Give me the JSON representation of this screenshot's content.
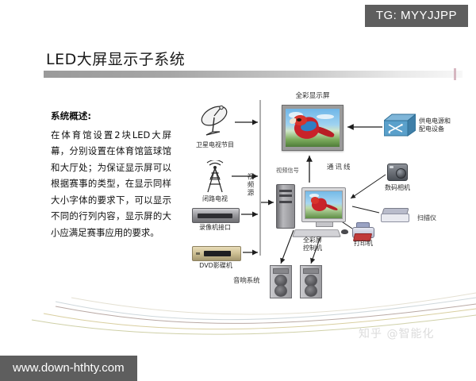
{
  "badge": {
    "tag_label": "TG: MYYJJPP"
  },
  "slide": {
    "title": "LED大屏显示子系统",
    "description": {
      "heading": "系统概述:",
      "body": "在体育馆设置2块LED大屏幕，分别设置在体育馆篮球馆和大厅处；为保证显示屏可以根据赛事的类型，在显示同样大小字体的要求下，可以显示不同的行列内容，显示屏的大小应满足赛事应用的要求。"
    }
  },
  "diagram": {
    "sources": [
      {
        "label": "卫星电视节目",
        "icon": "satellite-dish-icon"
      },
      {
        "label": "闭路电视",
        "icon": "antenna-tower-icon"
      },
      {
        "label": "录像机接口",
        "icon": "vcr-icon"
      },
      {
        "label": "DVD影碟机",
        "icon": "dvd-player-icon"
      }
    ],
    "bus_label": "视频源",
    "display": {
      "label": "全彩显示屏",
      "icon": "led-display-icon"
    },
    "power": {
      "label": "供电电源和\n配电设备",
      "line1": "供电电源和",
      "line2": "配电设备",
      "icon": "power-switch-icon"
    },
    "camera": {
      "label": "数码相机",
      "icon": "digital-camera-icon"
    },
    "scanner": {
      "label": "扫描仪",
      "icon": "scanner-icon"
    },
    "printer": {
      "label": "打印机",
      "icon": "printer-icon"
    },
    "controller": {
      "line1": "全彩屏",
      "line2": "控制机",
      "icon": "computer-icon"
    },
    "audio": {
      "label": "音响系统",
      "icon": "speaker-icon"
    },
    "links": {
      "video_signal": "视频信号",
      "comm_line": "通讯线"
    }
  },
  "watermark": {
    "text": "知乎 @智能化"
  },
  "footer": {
    "url": "www.down-hthty.com"
  },
  "colors": {
    "badge_bg": "#5e5e5e",
    "rule_start": "#9a9a9a",
    "accent_tick": "#c9a0ae"
  }
}
